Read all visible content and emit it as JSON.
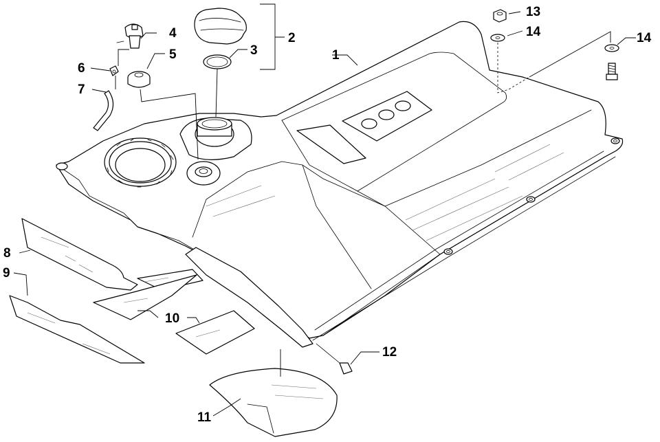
{
  "callouts": [
    {
      "id": "1",
      "label": "1"
    },
    {
      "id": "2",
      "label": "2"
    },
    {
      "id": "3",
      "label": "3"
    },
    {
      "id": "4",
      "label": "4"
    },
    {
      "id": "5",
      "label": "5"
    },
    {
      "id": "6",
      "label": "6"
    },
    {
      "id": "7",
      "label": "7"
    },
    {
      "id": "8",
      "label": "8"
    },
    {
      "id": "9",
      "label": "9"
    },
    {
      "id": "10",
      "label": "10"
    },
    {
      "id": "11",
      "label": "11"
    },
    {
      "id": "12",
      "label": "12"
    },
    {
      "id": "13",
      "label": "13"
    },
    {
      "id": "14a",
      "label": "14"
    },
    {
      "id": "14b",
      "label": "14"
    }
  ]
}
